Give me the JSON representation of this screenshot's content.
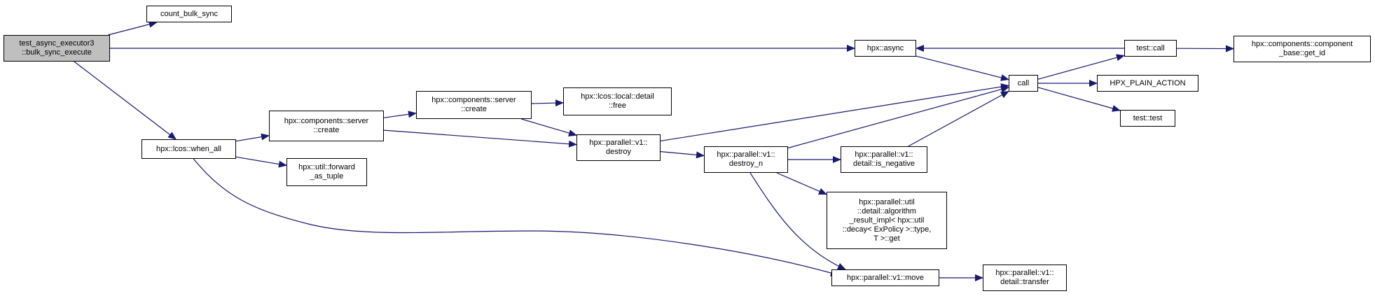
{
  "colors": {
    "edge": "#191970",
    "node_border": "#000000",
    "node_fill": "#ffffff",
    "root_fill": "#bfbfbf"
  },
  "nodes": {
    "root": "test_async_executor3\n::bulk_sync_execute",
    "count_bulk_sync": "count_bulk_sync",
    "hpx_async": "hpx::async",
    "test_call": "test::call",
    "get_id": "hpx::components::component\n_base::get_id",
    "call": "call",
    "hpx_plain_action": "HPX_PLAIN_ACTION",
    "test_test": "test::test",
    "when_all": "hpx::lcos::when_all",
    "server_create_1": "hpx::components::server\n::create",
    "server_create_2": "hpx::components::server\n::create",
    "detail_free": "hpx::lcos::local::detail\n::free",
    "destroy": "hpx::parallel::v1::\ndestroy",
    "destroy_n": "hpx::parallel::v1::\ndestroy_n",
    "is_negative": "hpx::parallel::v1::\ndetail::is_negative",
    "forward_as_tuple": "hpx::util::forward\n_as_tuple",
    "algorithm_result": "hpx::parallel::util\n::detail::algorithm\n_result_impl< hpx::util\n::decay< ExPolicy >::type,\nT >::get",
    "move": "hpx::parallel::v1::move",
    "transfer": "hpx::parallel::v1::\ndetail::transfer"
  },
  "edges": [
    [
      "root",
      "count_bulk_sync"
    ],
    [
      "root",
      "hpx_async"
    ],
    [
      "root",
      "when_all"
    ],
    [
      "test_call",
      "hpx_async"
    ],
    [
      "hpx_async",
      "call"
    ],
    [
      "call",
      "test_call"
    ],
    [
      "test_call",
      "get_id"
    ],
    [
      "call",
      "hpx_plain_action"
    ],
    [
      "call",
      "test_test"
    ],
    [
      "when_all",
      "server_create_1"
    ],
    [
      "when_all",
      "forward_as_tuple"
    ],
    [
      "when_all",
      "move"
    ],
    [
      "server_create_1",
      "server_create_2"
    ],
    [
      "server_create_1",
      "destroy"
    ],
    [
      "server_create_2",
      "detail_free"
    ],
    [
      "server_create_2",
      "destroy"
    ],
    [
      "destroy",
      "call"
    ],
    [
      "destroy",
      "destroy_n"
    ],
    [
      "destroy_n",
      "call"
    ],
    [
      "destroy_n",
      "is_negative"
    ],
    [
      "destroy_n",
      "algorithm_result"
    ],
    [
      "destroy_n",
      "move"
    ],
    [
      "is_negative",
      "call"
    ],
    [
      "move",
      "transfer"
    ]
  ]
}
